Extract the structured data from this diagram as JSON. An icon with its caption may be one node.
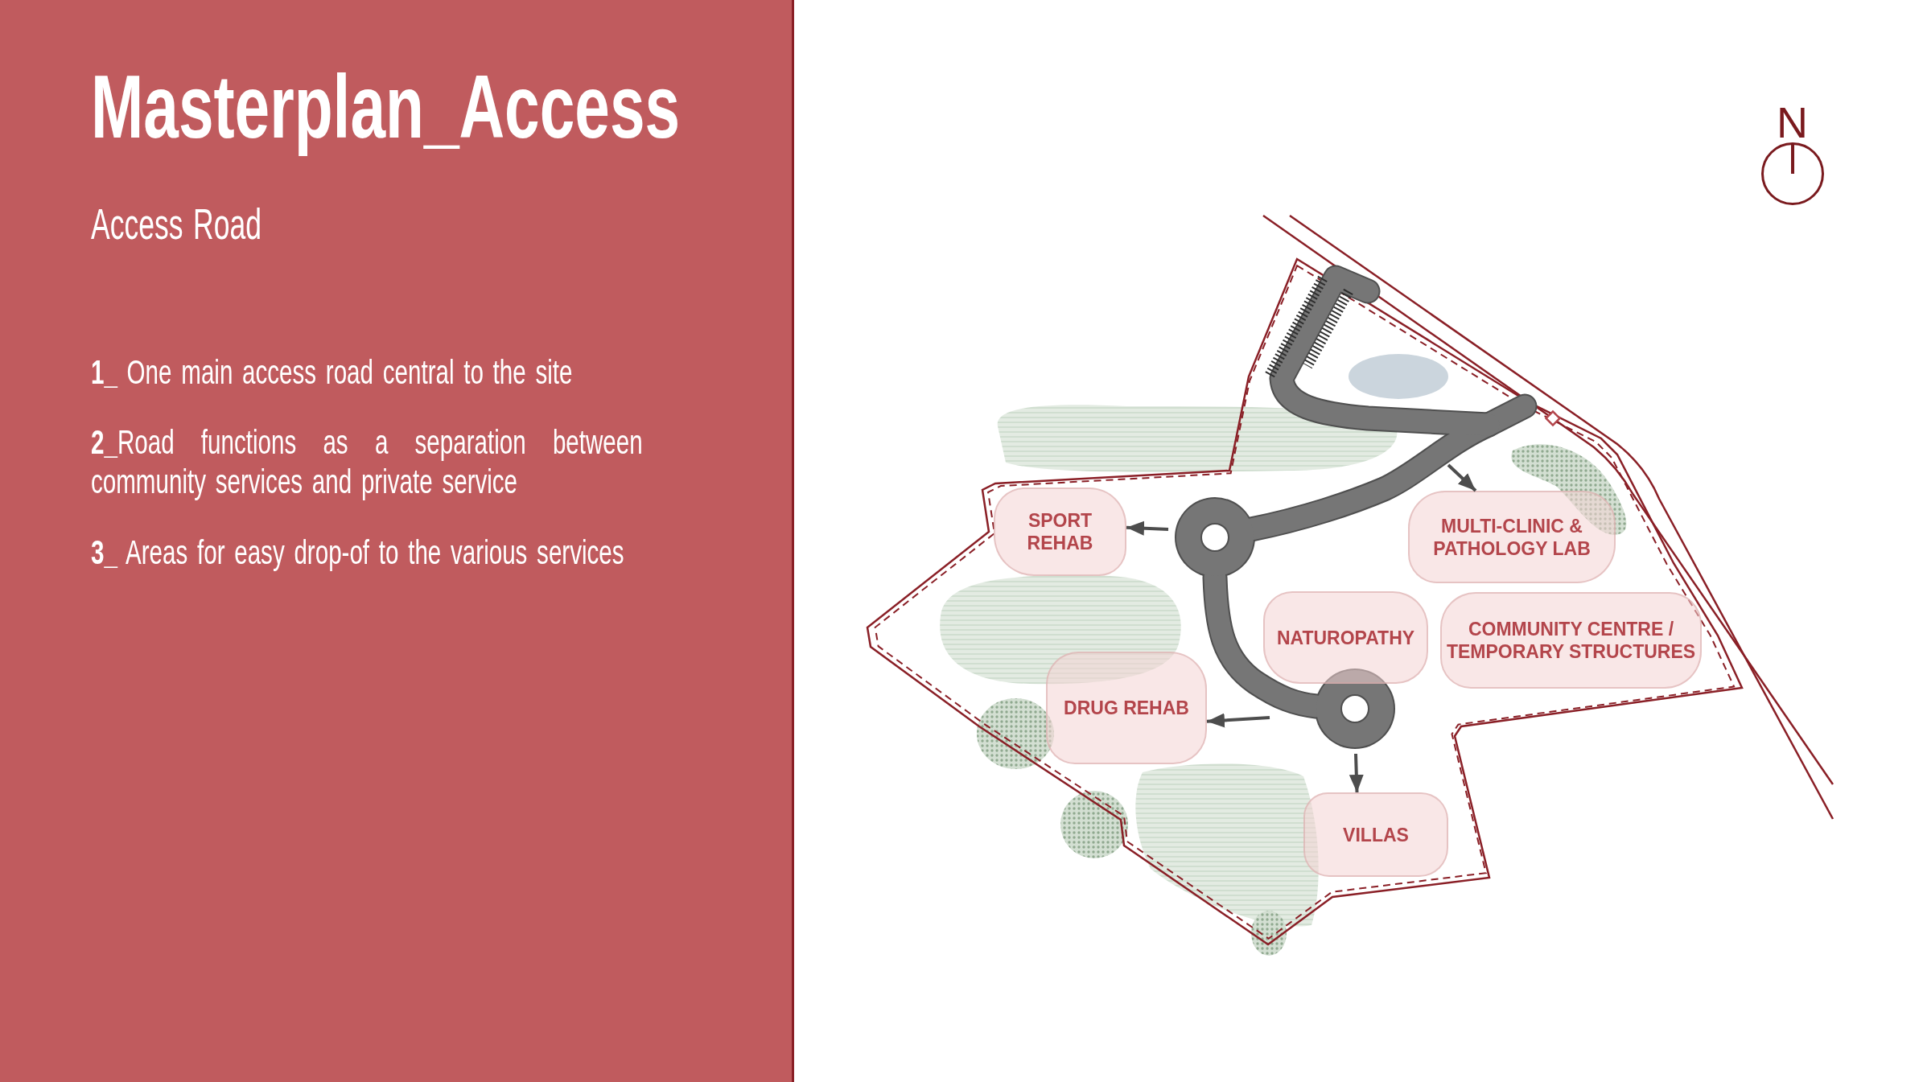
{
  "diagram": {
    "title": "Masterplan_Access",
    "nodes": [
      {
        "text": [
          "SPORT REHAB"
        ]
      },
      {
        "text": [
          "MULTI-CLINIC & PATHOLOGY LAB"
        ]
      },
      {
        "text": [
          "NATUROPATHY"
        ]
      },
      {
        "text": [
          "COMMUNITY CENTRE / TEMPORARY STRUCTURES"
        ]
      },
      {
        "text": [
          "DRUG REHAB"
        ]
      },
      {
        "text": [
          "VILLAS"
        ]
      }
    ],
    "edges": [
      {
        "from": null,
        "to": 0,
        "arrow": "to"
      },
      {
        "from": null,
        "to": 1,
        "arrow": "to"
      },
      {
        "from": null,
        "to": 4,
        "arrow": "to"
      },
      {
        "from": null,
        "to": 5,
        "arrow": "to"
      }
    ],
    "labels": [
      "Access Road",
      "**1_** One main access road central to the site",
      "**2_**Road functions as a separation between community services and private service",
      "**3_** Areas for easy drop-of to the various services",
      "N"
    ]
  }
}
